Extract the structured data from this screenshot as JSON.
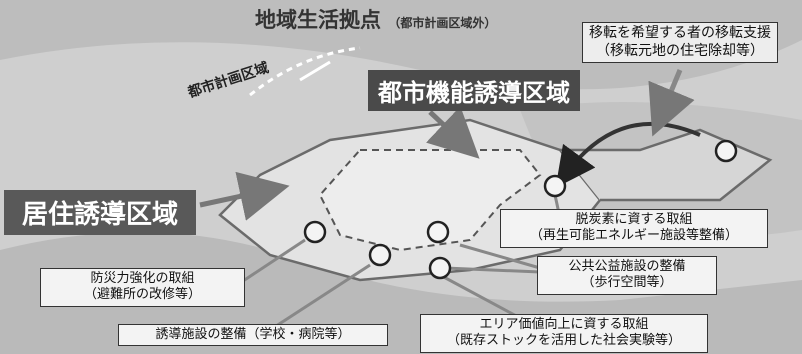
{
  "title": {
    "main": "地域生活拠点",
    "sub": "（都市計画区域外）"
  },
  "labels": {
    "city_planning_area": "都市計画区域",
    "urban_function_area": "都市機能誘導区域",
    "residential_area": "居住誘導区域"
  },
  "relocation_box": {
    "line1": "移転を希望する者の移転支援",
    "line2": "（移転元地の住宅除却等）"
  },
  "callouts": [
    {
      "line1": "脱炭素に資する取組",
      "line2": "（再生可能エネルギー施設等整備）"
    },
    {
      "line1": "公共公益施設の整備",
      "line2": "（歩行空間等）"
    },
    {
      "line1": "防災力強化の取組",
      "line2": "（避難所の改修等）"
    },
    {
      "line1": "誘導施設の整備（学校・病院等）",
      "line2": ""
    },
    {
      "line1": "エリア価値向上に資する取組",
      "line2": "（既存ストックを活用した社会実験等）"
    }
  ],
  "colors": {
    "background": "#cfcfcf",
    "banner": "#4a4a4a",
    "region_outline": "#666666",
    "dashed_outline": "#555555",
    "marker": "#222222",
    "box_fill": "#f3f3f3"
  }
}
